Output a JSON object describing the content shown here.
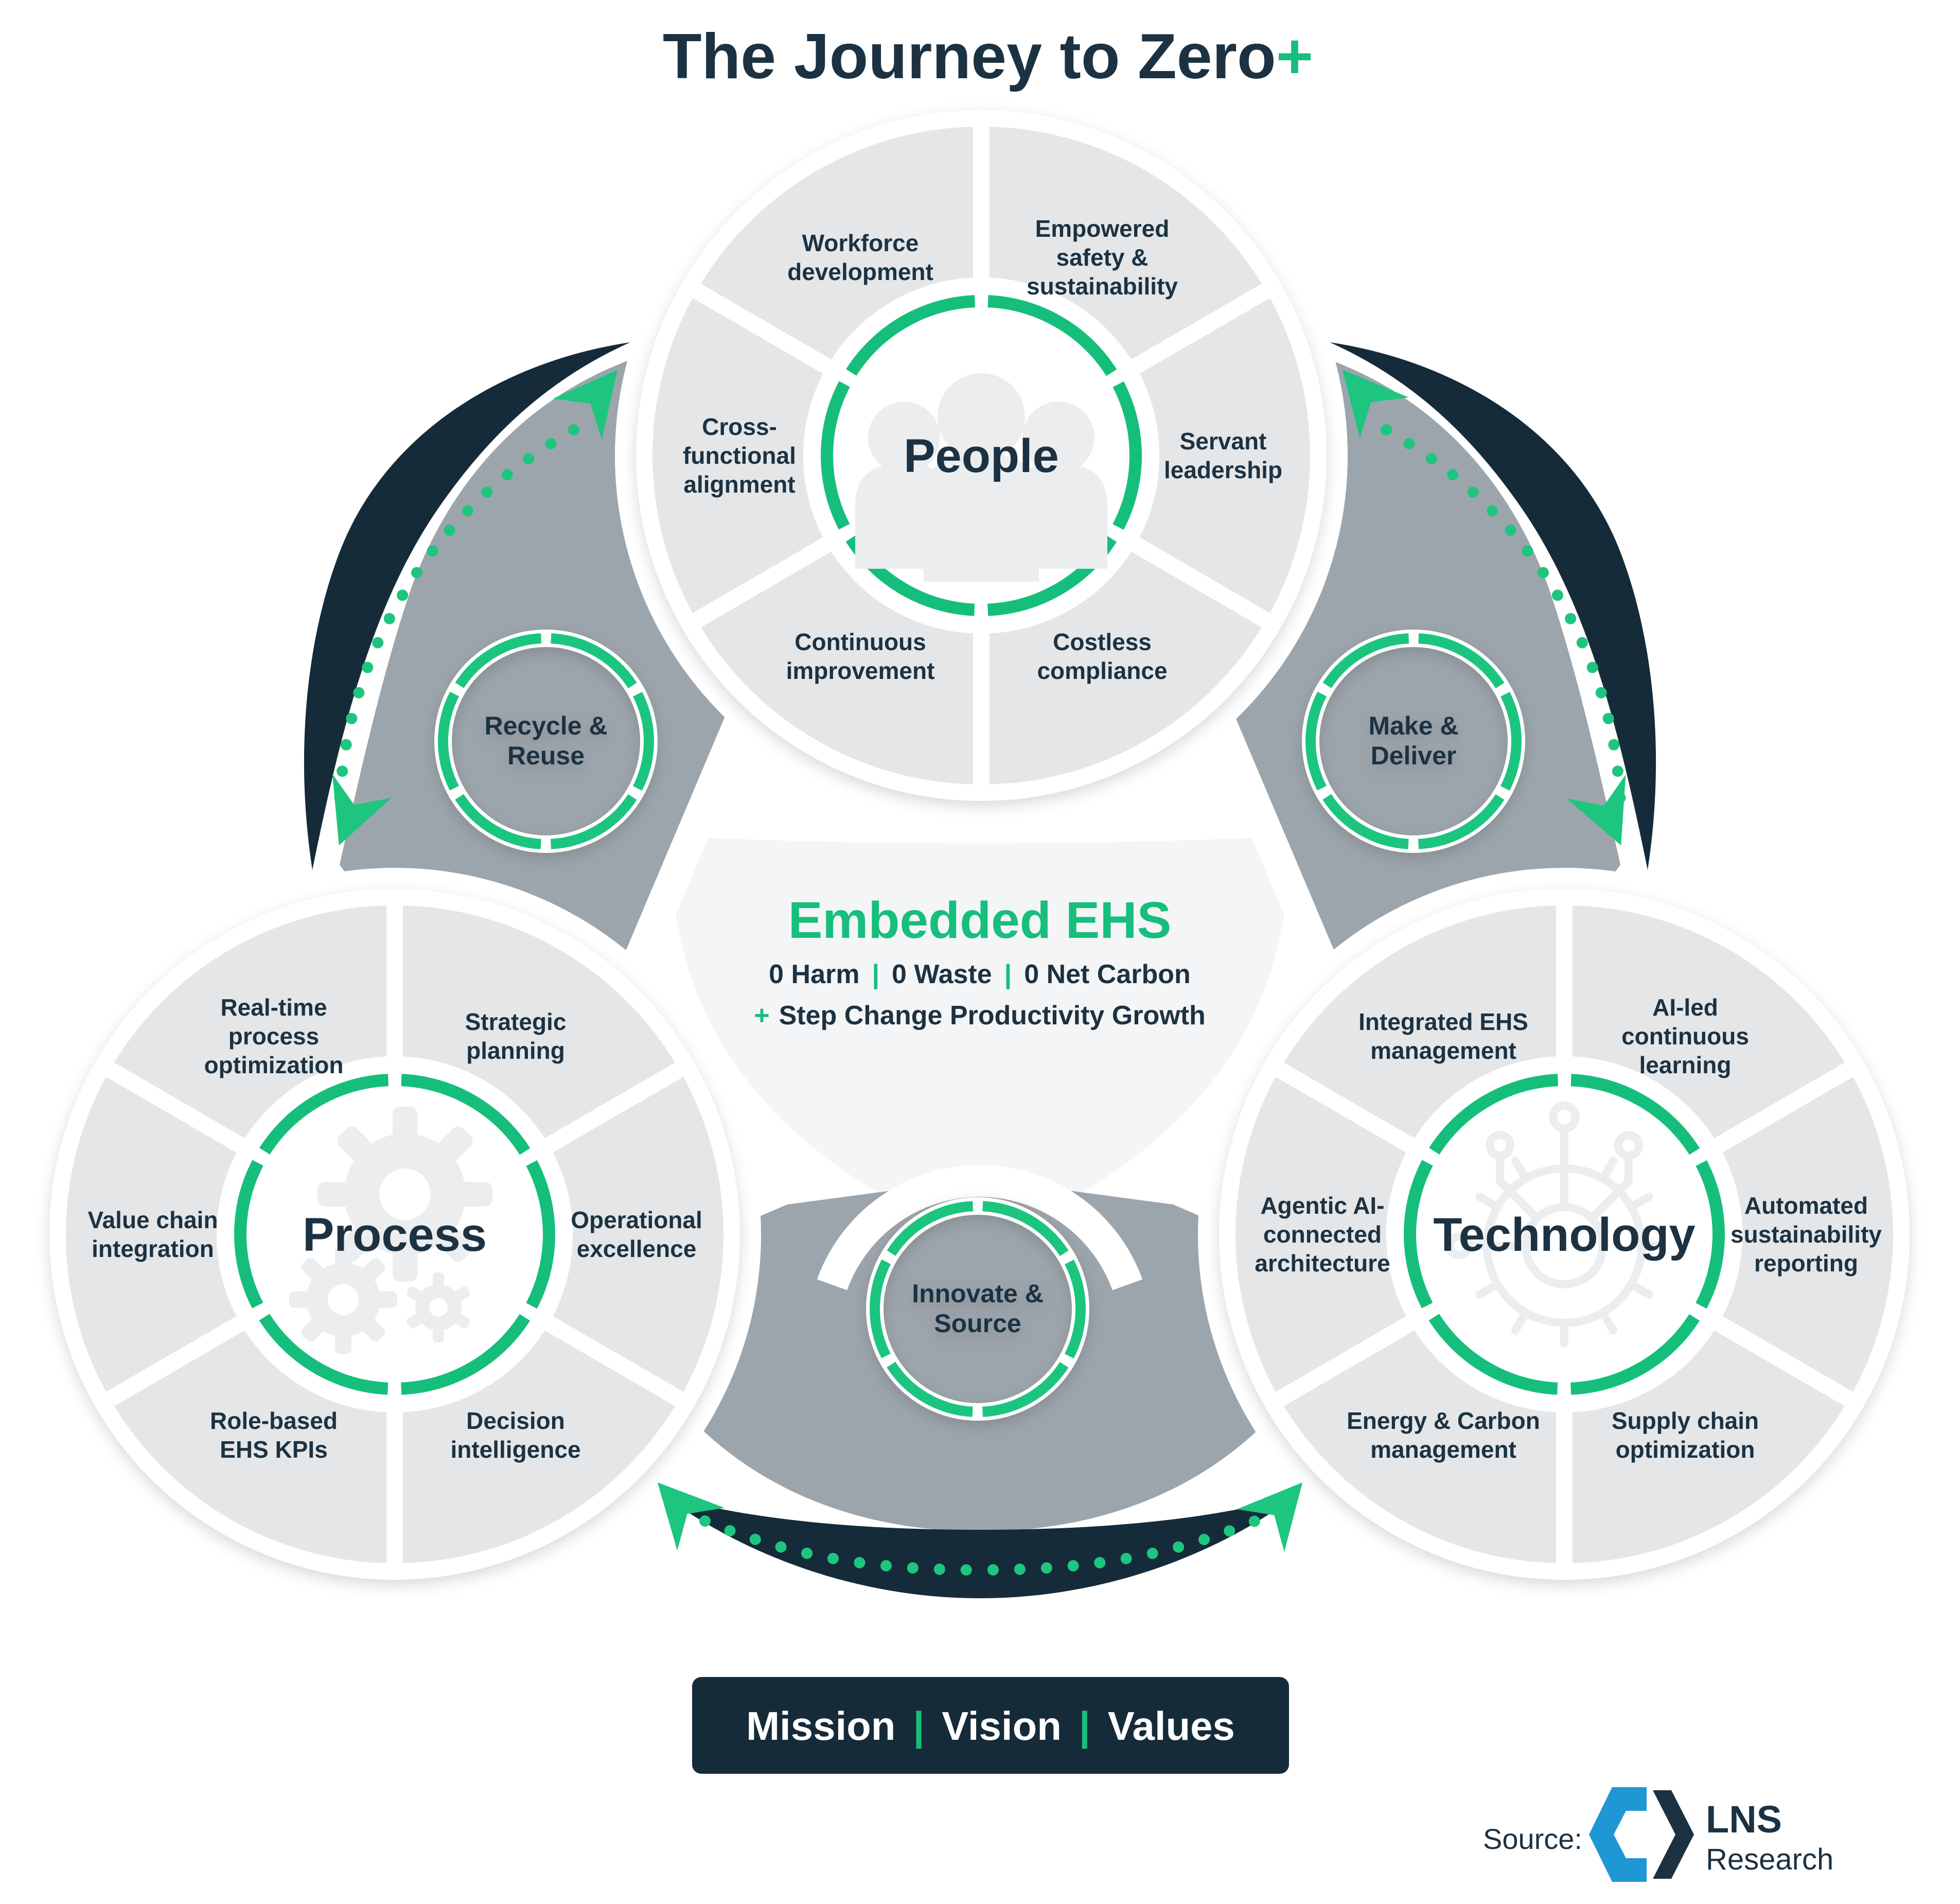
{
  "title": {
    "text": "The Journey to Zero",
    "plus": "+"
  },
  "center": {
    "heading": "Embedded EHS",
    "goals": [
      "0 Harm",
      "0 Waste",
      "0 Net Carbon"
    ],
    "separator": "|",
    "plus_sign": "+",
    "plus_text": "Step Change Productivity Growth"
  },
  "wheels": [
    {
      "id": "people",
      "label": "People",
      "icon": "people-icon",
      "segments": [
        {
          "lines": [
            "Workforce",
            "development"
          ]
        },
        {
          "lines": [
            "Empowered",
            "safety &",
            "sustainability"
          ]
        },
        {
          "lines": [
            "Cross-",
            "functional",
            "alignment"
          ]
        },
        {
          "lines": [
            "Servant",
            "leadership"
          ]
        },
        {
          "lines": [
            "Continuous",
            "improvement"
          ]
        },
        {
          "lines": [
            "Costless",
            "compliance"
          ]
        }
      ]
    },
    {
      "id": "process",
      "label": "Process",
      "icon": "gears-icon",
      "segments": [
        {
          "lines": [
            "Real-time",
            "process",
            "optimization"
          ]
        },
        {
          "lines": [
            "Strategic",
            "planning"
          ]
        },
        {
          "lines": [
            "Value chain",
            "integration"
          ]
        },
        {
          "lines": [
            "Operational",
            "excellence"
          ]
        },
        {
          "lines": [
            "Role-based",
            "EHS KPIs"
          ]
        },
        {
          "lines": [
            "Decision",
            "intelligence"
          ]
        }
      ]
    },
    {
      "id": "technology",
      "label": "Technology",
      "icon": "circuit-gear-icon",
      "segments": [
        {
          "lines": [
            "Integrated EHS",
            "management"
          ]
        },
        {
          "lines": [
            "AI-led",
            "continuous",
            "learning"
          ]
        },
        {
          "lines": [
            "Agentic AI-",
            "connected",
            "architecture"
          ]
        },
        {
          "lines": [
            "Automated",
            "sustainability",
            "reporting"
          ]
        },
        {
          "lines": [
            "Energy & Carbon",
            "management"
          ]
        },
        {
          "lines": [
            "Supply chain",
            "optimization"
          ]
        }
      ]
    }
  ],
  "connectors": [
    {
      "id": "recycle-reuse",
      "lines": [
        "Recycle &",
        "Reuse"
      ]
    },
    {
      "id": "make-deliver",
      "lines": [
        "Make &",
        "Deliver"
      ]
    },
    {
      "id": "innovate-source",
      "lines": [
        "Innovate &",
        "Source"
      ]
    }
  ],
  "banner": {
    "items": [
      "Mission",
      "Vision",
      "Values"
    ],
    "separator": "|"
  },
  "source": {
    "label": "Source:",
    "brand_line1": "LNS",
    "brand_line2": "Research"
  },
  "icons": [
    "people-icon",
    "gears-icon",
    "circuit-gear-icon",
    "lns-logo"
  ],
  "colors": {
    "navy": "#152B3A",
    "text": "#1C3242",
    "green": "#17BE7C",
    "green2": "#1EC57F",
    "petal": "#E4E6E8",
    "wedge": "#9DA5AC",
    "light": "#F4F5F6",
    "icon": "#EBEDEF",
    "blue": "#1F97D4"
  }
}
